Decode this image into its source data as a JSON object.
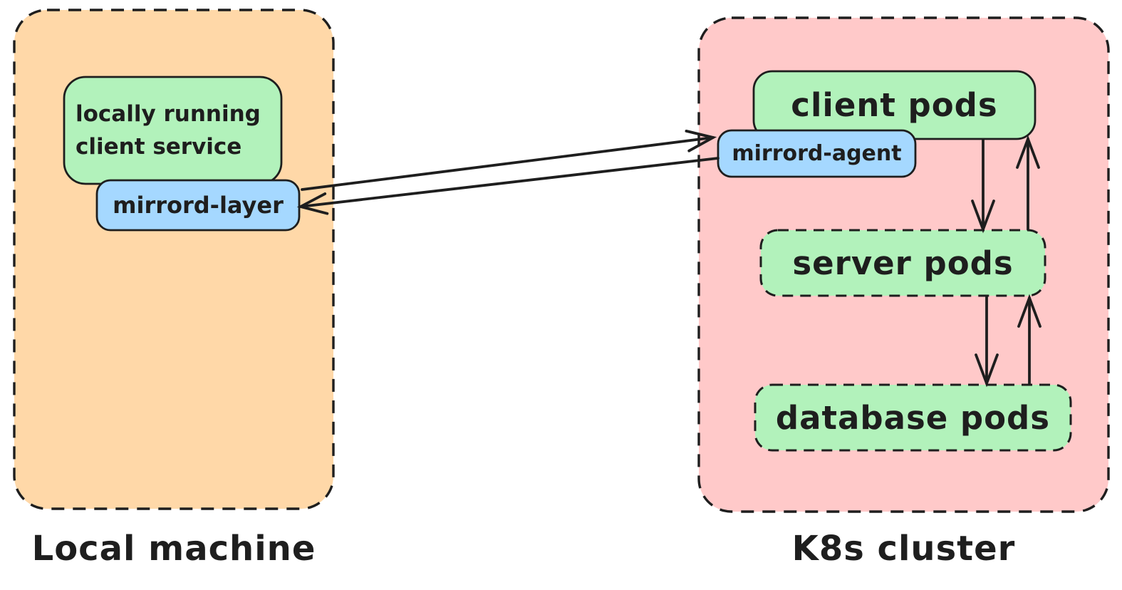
{
  "background": "#ffffff",
  "stroke_color": "#1e1e1e",
  "local_machine": {
    "label": "Local machine",
    "fill": "#ffd8a8",
    "service_box": {
      "line1": "locally running",
      "line2": "client service",
      "fill": "#b2f2bb"
    },
    "mirrord_layer": {
      "label": "mirrord-layer",
      "fill": "#a5d8ff"
    }
  },
  "k8s_cluster": {
    "label": "K8s cluster",
    "fill": "#ffc9c9",
    "client_pods": {
      "label": "client pods",
      "fill": "#b2f2bb"
    },
    "mirrord_agent": {
      "label": "mirrord-agent",
      "fill": "#a5d8ff"
    },
    "server_pods": {
      "label": "server pods",
      "fill": "#b2f2bb"
    },
    "database_pods": {
      "label": "database pods",
      "fill": "#b2f2bb"
    }
  },
  "connections": [
    {
      "from": "mirrord-layer",
      "to": "mirrord-agent",
      "direction": "right"
    },
    {
      "from": "mirrord-agent",
      "to": "mirrord-layer",
      "direction": "left"
    },
    {
      "from": "client pods",
      "to": "server pods",
      "direction": "down"
    },
    {
      "from": "server pods",
      "to": "client pods",
      "direction": "up"
    },
    {
      "from": "server pods",
      "to": "database pods",
      "direction": "down"
    },
    {
      "from": "database pods",
      "to": "server pods",
      "direction": "up"
    }
  ]
}
